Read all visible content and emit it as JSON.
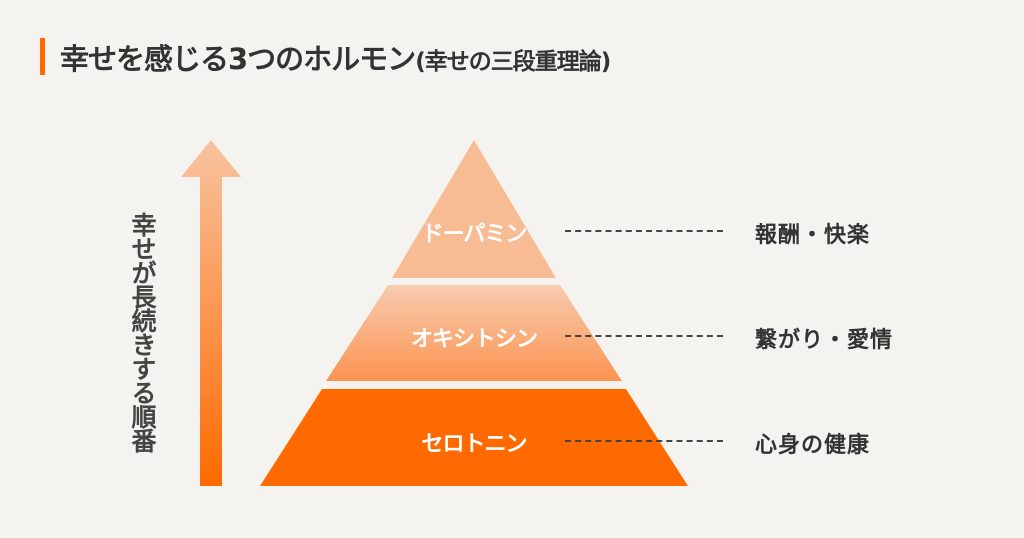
{
  "title": {
    "main": "幸せを感じる3つのホルモン",
    "sub": "(幸せの三段重理論)"
  },
  "arrow_label": "幸せが長続きする順番",
  "tiers": [
    {
      "name": "ドーパミン",
      "meaning": "報酬・快楽"
    },
    {
      "name": "オキシトシン",
      "meaning": "繋がり・愛情"
    },
    {
      "name": "セロトニン",
      "meaning": "心身の健康"
    }
  ],
  "colors": {
    "accent": "#ff6a00",
    "light": "#f8bc94",
    "mid": "#fb9a5a"
  }
}
